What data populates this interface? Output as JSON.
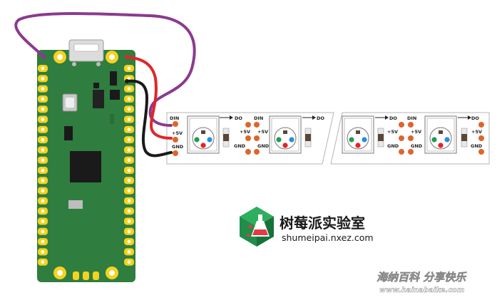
{
  "strip": {
    "pin_labels": {
      "din": "DIN",
      "do": "DO",
      "vcc": "+5V",
      "gnd": "GND"
    }
  },
  "logo": {
    "title": "树莓派实验室",
    "url": "shumeipai.nxez.com"
  },
  "watermark": {
    "title": "海纳百科 分享快乐",
    "url": "www.hainabaike.com"
  },
  "colors": {
    "board_green": "#2f7d3f",
    "pad_gold": "#f6d21c",
    "wire_purple": "#8b3a8f",
    "wire_red": "#e0262b",
    "wire_black": "#1a1a1a",
    "strip_pad_orange": "#e0642a",
    "logo_green": "#1f8e4a"
  }
}
